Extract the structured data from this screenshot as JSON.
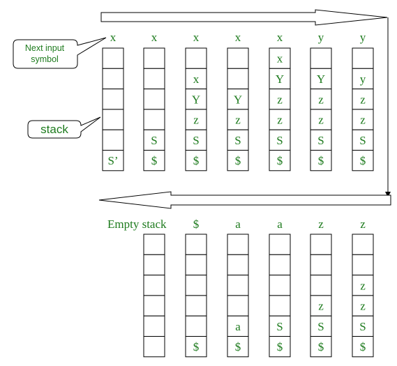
{
  "colors": {
    "text": "#1e7b1e",
    "stroke": "#000000",
    "callout_fill": "#ffffff"
  },
  "callouts": {
    "next_input": "Next input symbol",
    "stack": "stack"
  },
  "empty_stack_label": "Empty stack",
  "top_row": {
    "symbols": [
      "x",
      "x",
      "x",
      "x",
      "x",
      "y",
      "y"
    ],
    "columns": [
      [
        "",
        "",
        "",
        "",
        "",
        "S’"
      ],
      [
        "",
        "",
        "",
        "",
        "S",
        "$"
      ],
      [
        "",
        "x",
        "Y",
        "z",
        "S",
        "$"
      ],
      [
        "",
        "",
        "Y",
        "z",
        "S",
        "$"
      ],
      [
        "x",
        "Y",
        "z",
        "z",
        "S",
        "$"
      ],
      [
        "",
        "Y",
        "z",
        "z",
        "S",
        "$"
      ],
      [
        "",
        "y",
        "z",
        "z",
        "S",
        "$"
      ]
    ]
  },
  "bottom_row": {
    "symbols": [
      "",
      "$",
      "a",
      "a",
      "z",
      "z"
    ],
    "columns": [
      [
        "",
        "",
        "",
        "",
        "",
        ""
      ],
      [
        "",
        "",
        "",
        "",
        "",
        "$"
      ],
      [
        "",
        "",
        "",
        "",
        "a",
        "$"
      ],
      [
        "",
        "",
        "",
        "",
        "S",
        "$"
      ],
      [
        "",
        "",
        "",
        "z",
        "S",
        "$"
      ],
      [
        "",
        "",
        "z",
        "z",
        "S",
        "$"
      ]
    ]
  }
}
